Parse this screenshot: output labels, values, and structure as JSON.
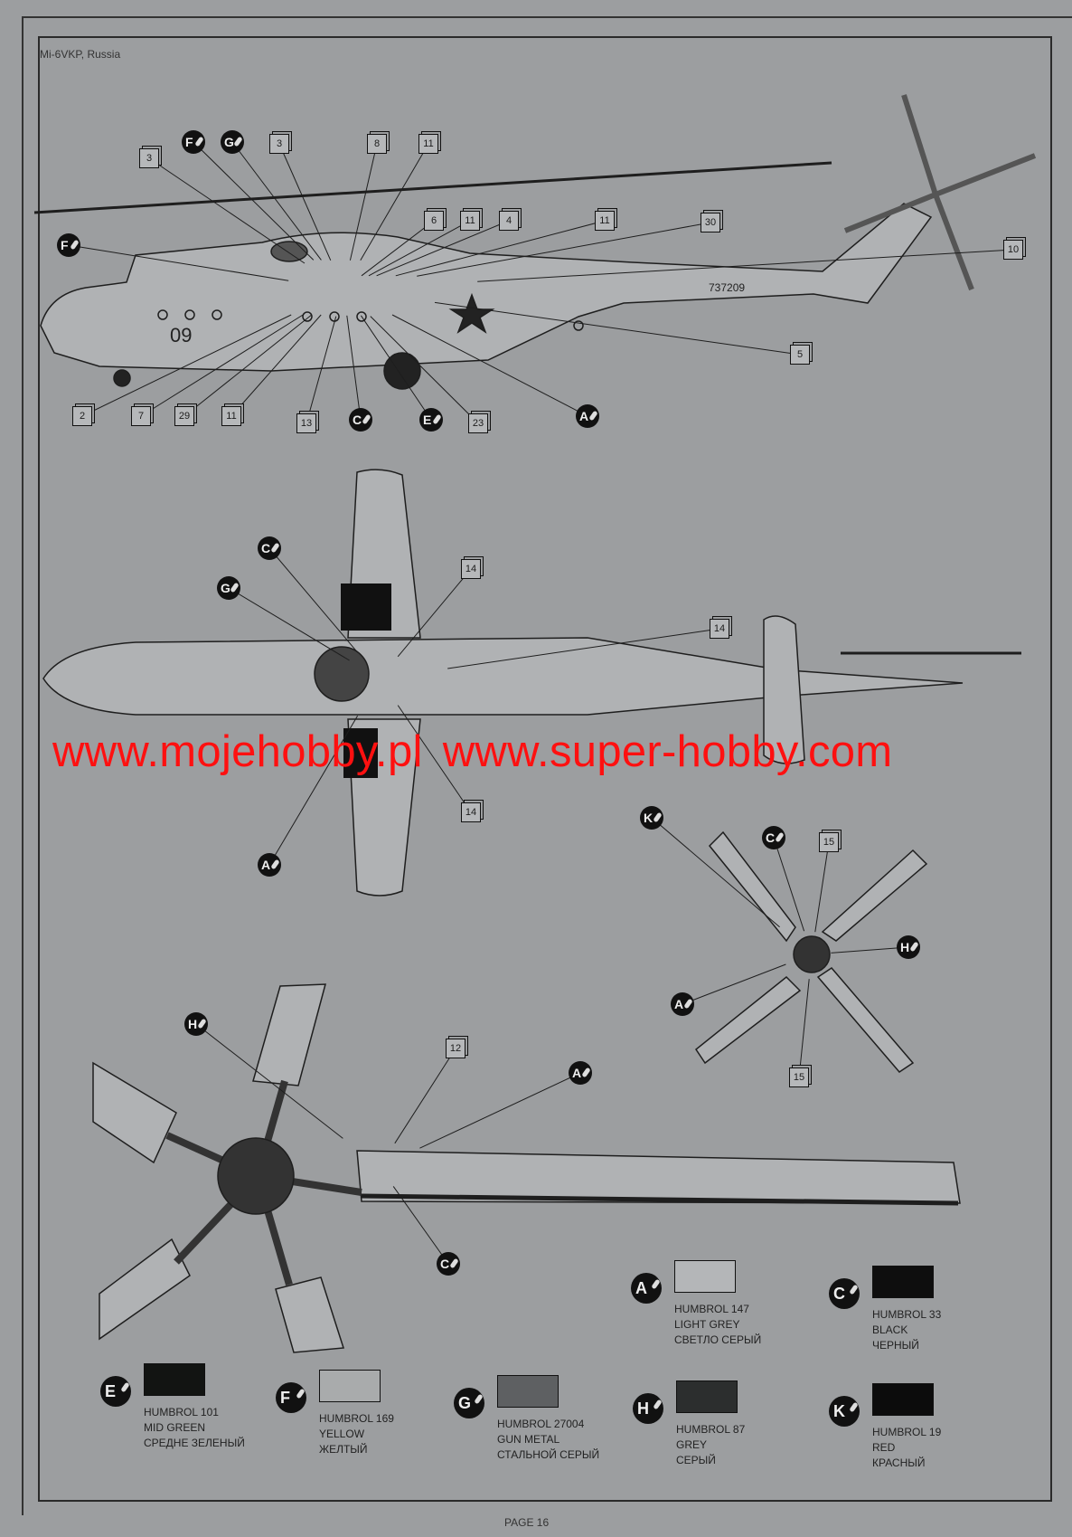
{
  "header": {
    "title": "Mi-6VKP, Russia"
  },
  "footer": {
    "page": "PAGE 16"
  },
  "aircraft": {
    "side_number": "09",
    "tail_serial": "737209"
  },
  "watermark": {
    "left": "www.mojehobby.pl",
    "right": "www.super-hobby.com",
    "color": "#ff1010"
  },
  "side_view": {
    "part_callouts": [
      "3",
      "3",
      "8",
      "11",
      "6",
      "11",
      "4",
      "11",
      "30",
      "10",
      "5",
      "2",
      "7",
      "29",
      "11",
      "13",
      "23"
    ],
    "paint_callouts": [
      "F",
      "G",
      "F",
      "C",
      "E",
      "A"
    ]
  },
  "top_view": {
    "part_callouts": [
      "14",
      "14",
      "14"
    ],
    "paint_callouts": [
      "C",
      "G",
      "A"
    ]
  },
  "tail_rotor_view": {
    "part_callouts": [
      "15",
      "15"
    ],
    "paint_callouts": [
      "K",
      "C",
      "H",
      "A"
    ]
  },
  "main_rotor_view": {
    "part_callouts": [
      "12"
    ],
    "paint_callouts": [
      "H",
      "A",
      "C"
    ]
  },
  "paints": [
    {
      "code": "A",
      "brand": "HUMBROL 147",
      "name_en": "LIGHT GREY",
      "name_ru": "СВЕТЛО СЕРЫЙ",
      "color": "#b4b6b8"
    },
    {
      "code": "C",
      "brand": "HUMBROL 33",
      "name_en": "BLACK",
      "name_ru": "ЧЕРНЫЙ",
      "color": "#0e0e0e"
    },
    {
      "code": "E",
      "brand": "HUMBROL 101",
      "name_en": "MID GREEN",
      "name_ru": "СРЕДНЕ ЗЕЛЕНЫЙ",
      "color": "#121412"
    },
    {
      "code": "F",
      "brand": "HUMBROL 169",
      "name_en": "YELLOW",
      "name_ru": "ЖЕЛТЫЙ",
      "color": "#a9abac"
    },
    {
      "code": "G",
      "brand": "HUMBROL 27004",
      "name_en": "GUN METAL",
      "name_ru": "СТАЛЬНОЙ СЕРЫЙ",
      "color": "#5e6062"
    },
    {
      "code": "H",
      "brand": "HUMBROL 87",
      "name_en": "GREY",
      "name_ru": "СЕРЫЙ",
      "color": "#2c2e2e"
    },
    {
      "code": "K",
      "brand": "HUMBROL 19",
      "name_en": "RED",
      "name_ru": "КРАСНЫЙ",
      "color": "#0c0c0c"
    }
  ]
}
